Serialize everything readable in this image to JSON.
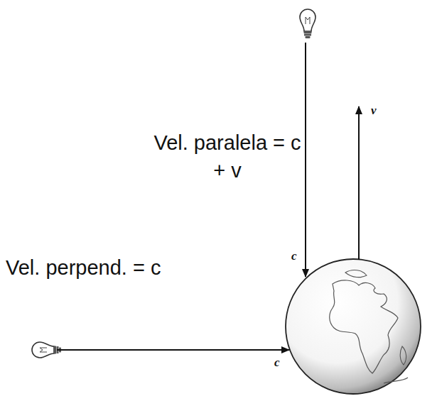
{
  "diagram": {
    "labels": [
      "Vel. paralela = c + v",
      "v",
      "Vel. perpend. = c",
      "c",
      "c"
    ]
  }
}
